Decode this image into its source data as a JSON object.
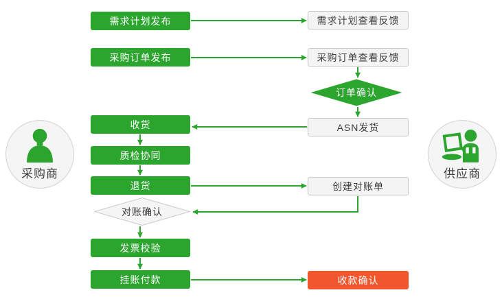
{
  "palette": {
    "green": "#2ba52e",
    "red": "#f2562d",
    "plain-bg": "#f4f4f4",
    "plain-border": "#c8c8c8",
    "text-dark": "#3d3d3d"
  },
  "actors": {
    "buyer": {
      "label": "采购商"
    },
    "supplier": {
      "label": "供应商"
    }
  },
  "nodes": {
    "demand_plan_publish": {
      "label": "需求计划发布",
      "style": "green"
    },
    "demand_plan_feedback": {
      "label": "需求计划查看反馈",
      "style": "plain"
    },
    "po_publish": {
      "label": "采购订单发布",
      "style": "green"
    },
    "po_feedback": {
      "label": "采购订单查看反馈",
      "style": "plain"
    },
    "order_confirm": {
      "label": "订单确认",
      "style": "green-diamond"
    },
    "asn_ship": {
      "label": "ASN发货",
      "style": "plain"
    },
    "receive": {
      "label": "收货",
      "style": "green"
    },
    "quality_collab": {
      "label": "质检协同",
      "style": "green"
    },
    "return_goods": {
      "label": "退货",
      "style": "green"
    },
    "create_statement": {
      "label": "创建对账单",
      "style": "plain"
    },
    "recon_confirm": {
      "label": "对账确认",
      "style": "gray-diamond"
    },
    "invoice_check": {
      "label": "发票校验",
      "style": "green"
    },
    "book_payment": {
      "label": "挂账付款",
      "style": "green"
    },
    "collect_confirm": {
      "label": "收款确认",
      "style": "red"
    }
  },
  "edges": [
    {
      "from": "demand_plan_publish",
      "to": "demand_plan_feedback"
    },
    {
      "from": "po_publish",
      "to": "po_feedback"
    },
    {
      "from": "po_feedback",
      "to": "order_confirm"
    },
    {
      "from": "order_confirm",
      "to": "asn_ship"
    },
    {
      "from": "asn_ship",
      "to": "receive"
    },
    {
      "from": "receive",
      "to": "quality_collab"
    },
    {
      "from": "quality_collab",
      "to": "return_goods"
    },
    {
      "from": "return_goods",
      "to": "create_statement"
    },
    {
      "from": "create_statement",
      "to": "recon_confirm"
    },
    {
      "from": "recon_confirm",
      "to": "invoice_check"
    },
    {
      "from": "invoice_check",
      "to": "book_payment"
    },
    {
      "from": "book_payment",
      "to": "collect_confirm"
    }
  ]
}
